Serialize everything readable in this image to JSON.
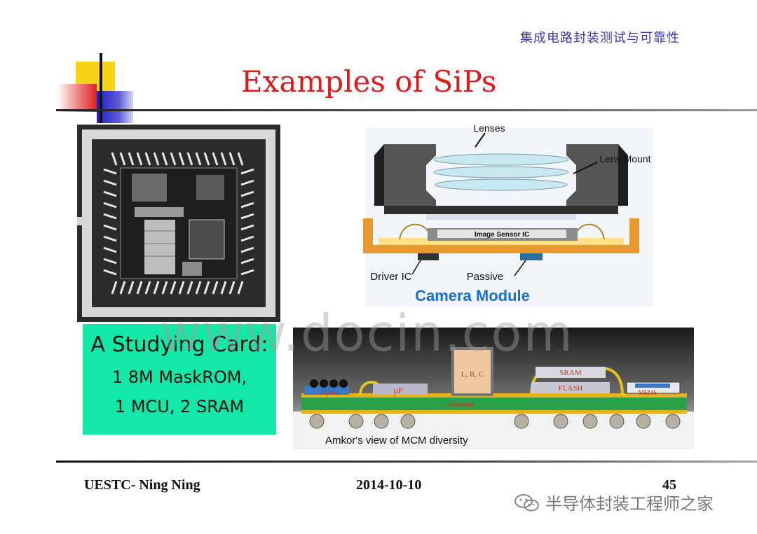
{
  "header": {
    "cn_title": "集成电路封装测试与可靠性"
  },
  "slide": {
    "title": "Examples of SiPs"
  },
  "study_card": {
    "line1": "A Studying Card:",
    "line2": "1 8M MaskROM,",
    "line3": "1 MCU, 2 SRAM"
  },
  "camera_module": {
    "lenses": "Lenses",
    "lens_mount": "Lens Mount",
    "sensor": "Image Sensor IC",
    "driver": "Driver IC",
    "passive": "Passive",
    "caption": "Camera Module",
    "caption_color": "#1a6fd6"
  },
  "mcm": {
    "optics": "Optics",
    "up": "µP",
    "lrc": "L, R, C",
    "sram": "SRAM",
    "flash": "FLASH",
    "mems": "MEMS",
    "substrate": "Substrate",
    "caption": "Amkor's view of MCM diversity"
  },
  "watermark": "www.docin.com",
  "footer": {
    "author": "UESTC- Ning Ning",
    "date": "2014-10-10",
    "page": "45",
    "wechat": "半导体封装工程师之家"
  },
  "colors": {
    "title": "#e01a1a",
    "card_bg": "#14e8a8",
    "header": "#3a3aa8"
  }
}
